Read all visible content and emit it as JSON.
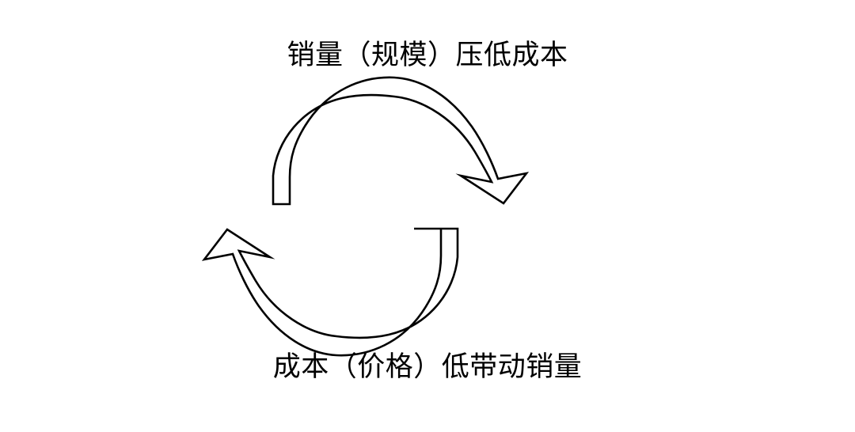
{
  "diagram": {
    "type": "virtuous-cycle",
    "background_color": "#ffffff",
    "stroke_color": "#000000",
    "fill_color": "#ffffff",
    "labels": {
      "top": "销量（规模）压低成本",
      "bottom": "成本（价格）低带动销量"
    },
    "arrows": [
      {
        "id": "top-arrow",
        "icon": "curved-block-arrow-clockwise",
        "direction": "clockwise",
        "from": "left",
        "to": "right",
        "head": "down-right"
      },
      {
        "id": "bottom-arrow",
        "icon": "curved-block-arrow-clockwise",
        "direction": "clockwise",
        "from": "right",
        "to": "left",
        "head": "up-left"
      }
    ]
  }
}
